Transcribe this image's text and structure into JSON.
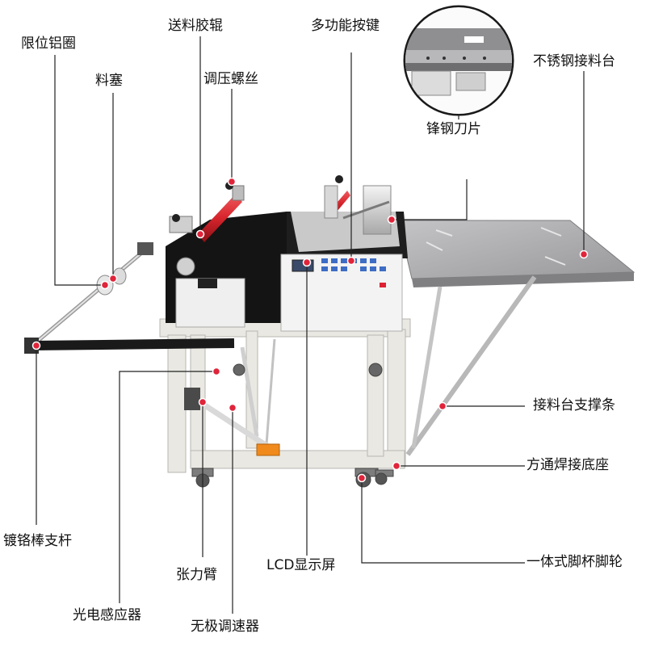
{
  "labels": {
    "limit_ring": "限位铝圈",
    "plug": "料塞",
    "feed_roller": "送料胶辊",
    "pressure_screw": "调压螺丝",
    "function_keys": "多功能按键",
    "blade": "锋钢刀片",
    "steel_table": "不锈钢接料台",
    "table_support": "接料台支撑条",
    "weld_base": "方通焊接底座",
    "caster": "一体式脚杯脚轮",
    "lcd": "LCD显示屏",
    "tension_arm": "张力臂",
    "photo_sensor": "光电感应器",
    "speed_ctrl": "无极调速器",
    "chrome_rod": "镀铬棒支杆"
  },
  "colors": {
    "marker": "#e0243a",
    "leader": "#222222",
    "frame": "#e9e8e2",
    "table": "#a9a9ab",
    "roller": "#d6242c",
    "black_part": "#141414"
  }
}
